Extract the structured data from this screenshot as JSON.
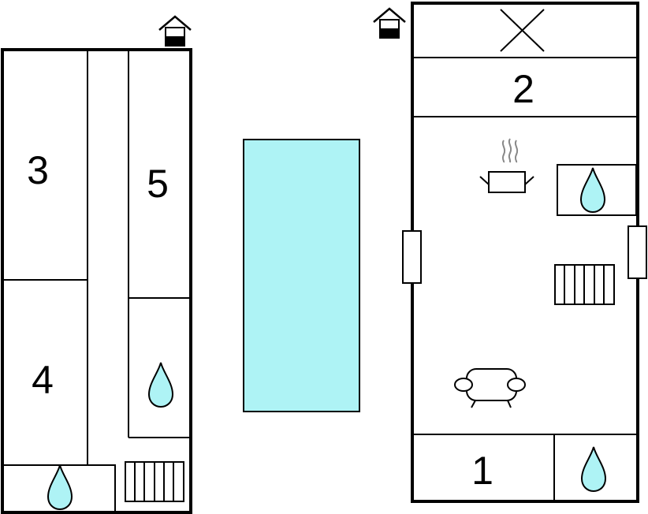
{
  "colors": {
    "wall": "#000000",
    "pool": "#aef3f5",
    "water": "#aef3f5",
    "background": "#ffffff"
  },
  "left_building": {
    "rooms": [
      {
        "label": "3"
      },
      {
        "label": "4"
      },
      {
        "label": "5"
      }
    ],
    "icons": [
      "house-entrance-icon",
      "water-drop-icon",
      "water-drop-icon",
      "radiator-icon"
    ]
  },
  "pool": {
    "icon": "swimming-pool"
  },
  "right_building": {
    "rooms": [
      {
        "label": "2"
      },
      {
        "label": "1"
      }
    ],
    "icons": [
      "house-entrance-icon",
      "cross-icon",
      "cooking-pot-icon",
      "water-drop-icon",
      "radiator-icon",
      "sofa-icon",
      "water-drop-icon"
    ]
  }
}
